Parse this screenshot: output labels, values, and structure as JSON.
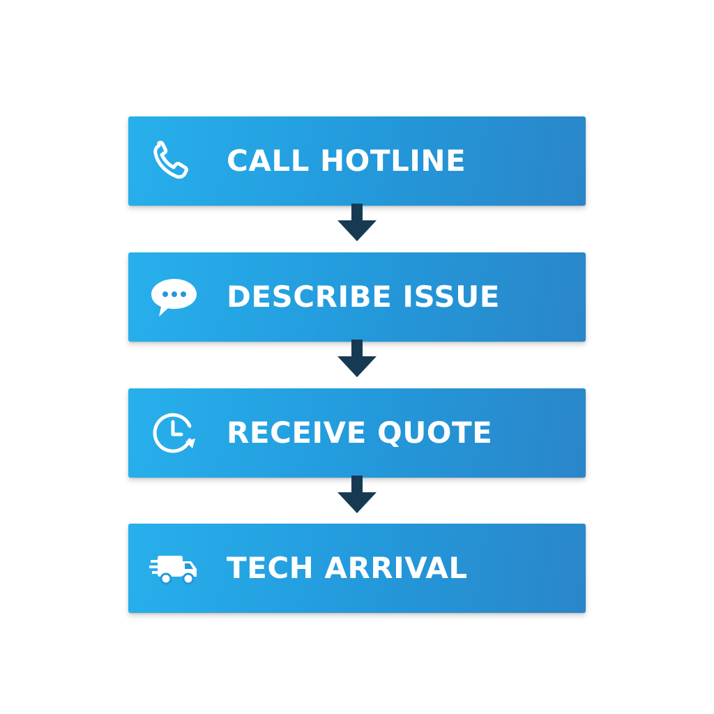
{
  "steps": [
    {
      "label": "CALL HOTLINE",
      "icon": "phone-icon"
    },
    {
      "label": "DESCRIBE ISSUE",
      "icon": "chat-bubble-icon"
    },
    {
      "label": "RECEIVE QUOTE",
      "icon": "clock-icon"
    },
    {
      "label": "TECH ARRIVAL",
      "icon": "delivery-van-icon"
    }
  ],
  "colors": {
    "box_light": "#27b0ec",
    "box_dark": "#2a86c9",
    "arrow": "#163a52",
    "text": "#ffffff"
  }
}
